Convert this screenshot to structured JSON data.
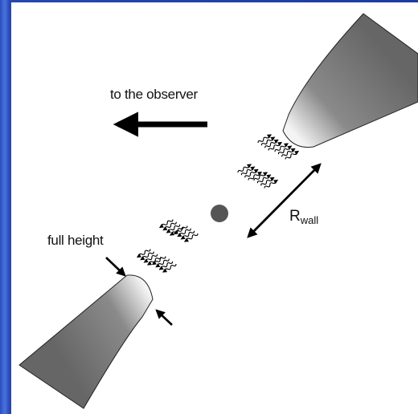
{
  "labels": {
    "observer": "to the observer",
    "full_height": "full height",
    "r_main": "R",
    "r_sub": "wall"
  },
  "colors": {
    "background": "#1f3ea8",
    "panel": "#ffffff",
    "disk_wall": "#6f6f6f",
    "disk_rim": "#f2f2f2",
    "star": "#555555",
    "arrow": "#000000"
  },
  "icons": {
    "star": "filled-circle",
    "photons": "wavy-arrow"
  }
}
